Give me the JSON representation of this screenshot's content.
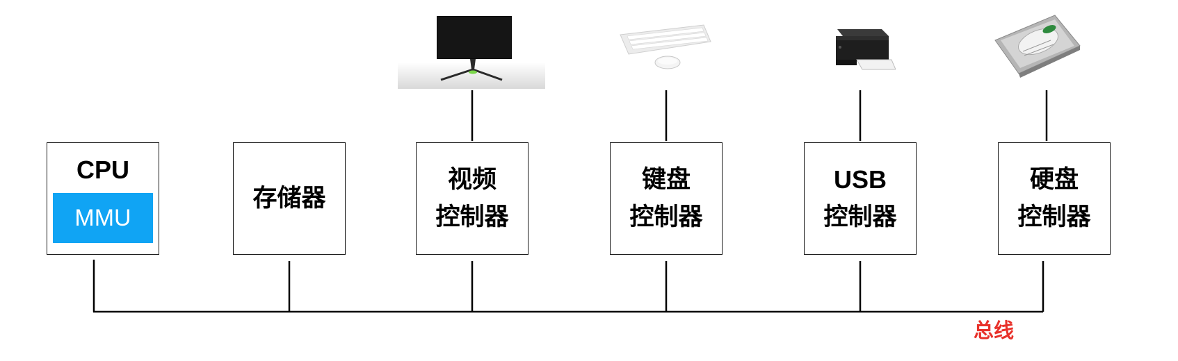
{
  "diagram": {
    "cpu": {
      "label": "CPU",
      "mmu_label": "MMU"
    },
    "memory": {
      "label": "存储器"
    },
    "video_controller": {
      "line1": "视频",
      "line2": "控制器"
    },
    "keyboard_controller": {
      "line1": "键盘",
      "line2": "控制器"
    },
    "usb_controller": {
      "line1": "USB",
      "line2": "控制器"
    },
    "disk_controller": {
      "line1": "硬盘",
      "line2": "控制器"
    },
    "bus_label": "总线",
    "devices": [
      "monitor-icon",
      "keyboard-mouse-icon",
      "printer-icon",
      "hard-disk-icon"
    ],
    "colors": {
      "mmu_fill": "#10a4f4",
      "bus_label": "#e8312a",
      "lines": "#000000"
    }
  }
}
